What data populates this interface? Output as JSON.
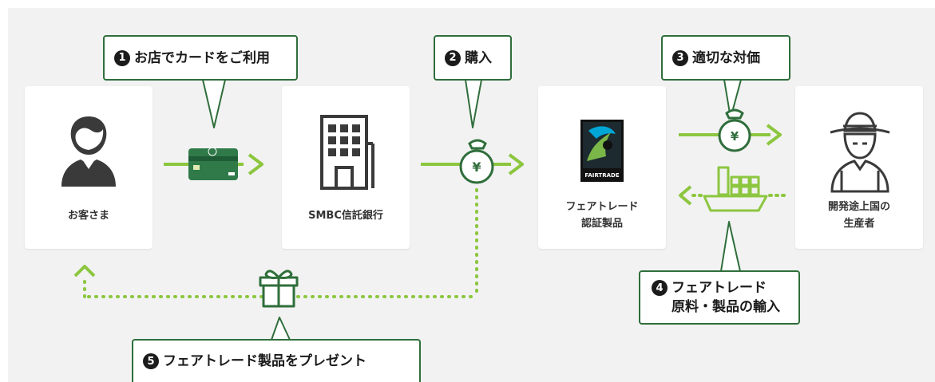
{
  "colors": {
    "accent_green": "#8cc63f",
    "dark_green": "#2f6e3b",
    "icon_dark": "#3a3a3a",
    "background": "#f2f2f2"
  },
  "nodes": {
    "customer": {
      "label": "お客さま",
      "icon": "person-icon"
    },
    "bank": {
      "label": "SMBC信託銀行",
      "icon": "building-icon"
    },
    "fairtrade": {
      "label": "フェアトレード\n認証製品",
      "icon": "fairtrade-logo",
      "logo_text": "FAIRTRADE"
    },
    "producer": {
      "label": "開発途上国の\n生産者",
      "icon": "farmer-hat-icon"
    }
  },
  "steps": {
    "step1": {
      "number": "1",
      "label": "お店でカードをご利用"
    },
    "step2": {
      "number": "2",
      "label": "購入"
    },
    "step3": {
      "number": "3",
      "label": "適切な対価"
    },
    "step4": {
      "number": "4",
      "label": "フェアトレード\n原料・製品の輸入"
    },
    "step5": {
      "number": "5",
      "label": "フェアトレード製品をプレゼント"
    }
  },
  "icons": {
    "card": "credit-card-icon",
    "money_bag": "money-bag-icon",
    "ship": "cargo-ship-icon",
    "gift": "gift-icon",
    "yen_symbol": "¥"
  }
}
